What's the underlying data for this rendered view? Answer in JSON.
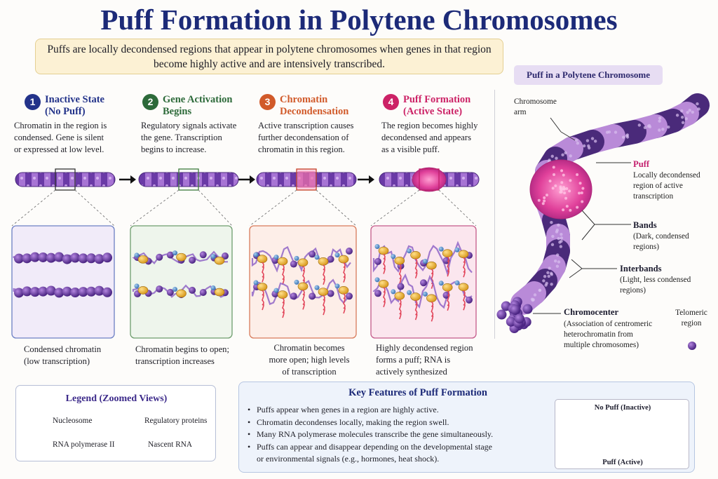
{
  "title": "Puff Formation in Polytene Chromosomes",
  "intro": "Puffs are locally decondensed regions that appear in polytene chromosomes when genes in that region become highly active and are intensively transcribed.",
  "colors": {
    "title": "#1c2a78",
    "stage1": "#23338a",
    "stage2": "#2d6a3a",
    "stage3": "#d15a2a",
    "stage4": "#cc2266",
    "puff": "#e0409a",
    "band": "#4a2a7a",
    "interband": "#b98ad8"
  },
  "stages": [
    {
      "number": "1",
      "title_line1": "Inactive State",
      "title_line2": "(No Puff)",
      "desc": [
        "Chromatin in the region is",
        "condensed. Gene is silent",
        "or expressed at low level."
      ],
      "caption": [
        "Condensed chromatin",
        "(low transcription)"
      ]
    },
    {
      "number": "2",
      "title_line1": "Gene Activation",
      "title_line2": "Begins",
      "desc": [
        "Regulatory signals activate",
        "the gene. Transcription",
        "begins to increase."
      ],
      "caption": [
        "Chromatin begins to open;",
        "transcription increases"
      ]
    },
    {
      "number": "3",
      "title_line1": "Chromatin",
      "title_line2": "Decondensation",
      "desc": [
        "Active transcription causes",
        "further decondensation of",
        "chromatin in this region."
      ],
      "caption": [
        "Chromatin becomes",
        "more open; high levels",
        "of transcription"
      ]
    },
    {
      "number": "4",
      "title_line1": "Puff Formation",
      "title_line2": "(Active State)",
      "desc": [
        "The region becomes highly",
        "decondensed and appears",
        "as a visible puff."
      ],
      "caption": [
        "Highly decondensed region",
        "forms a puff; RNA is",
        "actively synthesized"
      ]
    }
  ],
  "right_panel": {
    "title": "Puff in a Polytene Chromosome",
    "arm_label": [
      "Chromosome",
      "arm"
    ],
    "puff": {
      "heading": "Puff",
      "desc": [
        "Locally decondensed",
        "region of active",
        "transcription"
      ]
    },
    "bands": {
      "heading": "Bands",
      "desc": [
        "(Dark, condensed",
        "regions)"
      ]
    },
    "interbands": {
      "heading": "Interbands",
      "desc": [
        "(Light, less condensed",
        "regions)"
      ]
    },
    "chromocenter": {
      "heading": "Chromocenter",
      "desc": [
        "(Association of centromeric",
        "heterochromatin from",
        "multiple chromosomes)"
      ]
    },
    "telomeric": [
      "Telomeric",
      "region"
    ]
  },
  "legend": {
    "title": "Legend (Zoomed Views)",
    "nucleosome": "Nucleosome",
    "regulatory": "Regulatory proteins",
    "polymerase": "RNA polymerase II",
    "rna": "Nascent RNA"
  },
  "features": {
    "title": "Key Features of Puff Formation",
    "items": [
      "Puffs appear when genes in a region are highly active.",
      "Chromatin decondenses locally, making the region swell.",
      "Many RNA polymerase molecules transcribe the gene simultaneously.",
      "Puffs can appear and disappear depending on the developmental stage",
      "or environmental signals (e.g., hormones, heat shock)."
    ],
    "no_puff_label": "No Puff (Inactive)",
    "puff_label": "Puff (Active)"
  }
}
